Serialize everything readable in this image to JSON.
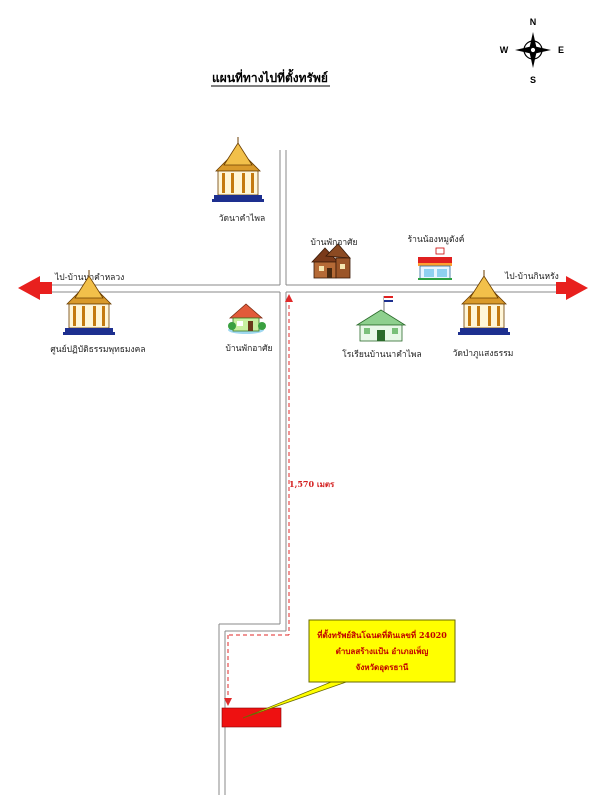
{
  "title": "แผนที่ทางไปที่ตั้งทรัพย์",
  "compass": {
    "n": "N",
    "s": "S",
    "e": "E",
    "w": "W"
  },
  "roads": {
    "west_label": "ไป-บ้านนาคำหลวง",
    "east_label": "ไป-บ้านกินหรัง"
  },
  "landmarks": {
    "temple_north": "วัดนาคำไพล",
    "house_ne": "บ้านพักอาศัย",
    "shop": "ร้านน้องหมูตังค์",
    "temple_west": "ศูนย์ปฏิบัติธรรมพุทธมงคล",
    "house_sw": "บ้านพักอาศัย",
    "school": "โรเรียนบ้านนาคำไพล",
    "temple_east": "วัดป่าภูแสงธรรม"
  },
  "distance_label": "1,570 เมตร",
  "callout": {
    "line1": "ที่ตั้งทรัพย์สินโฉนดที่ดินเลขที่ 24020",
    "line2": "ตำบลสร้างแป้น อำเภอเพ็ญ",
    "line3": "จังหวัดอุดรธานี"
  },
  "colors": {
    "arrow": "#e8201e",
    "route": "#e02a2a",
    "property": "#ee1111",
    "callout_bg": "#ffff00",
    "road": "#888888"
  }
}
